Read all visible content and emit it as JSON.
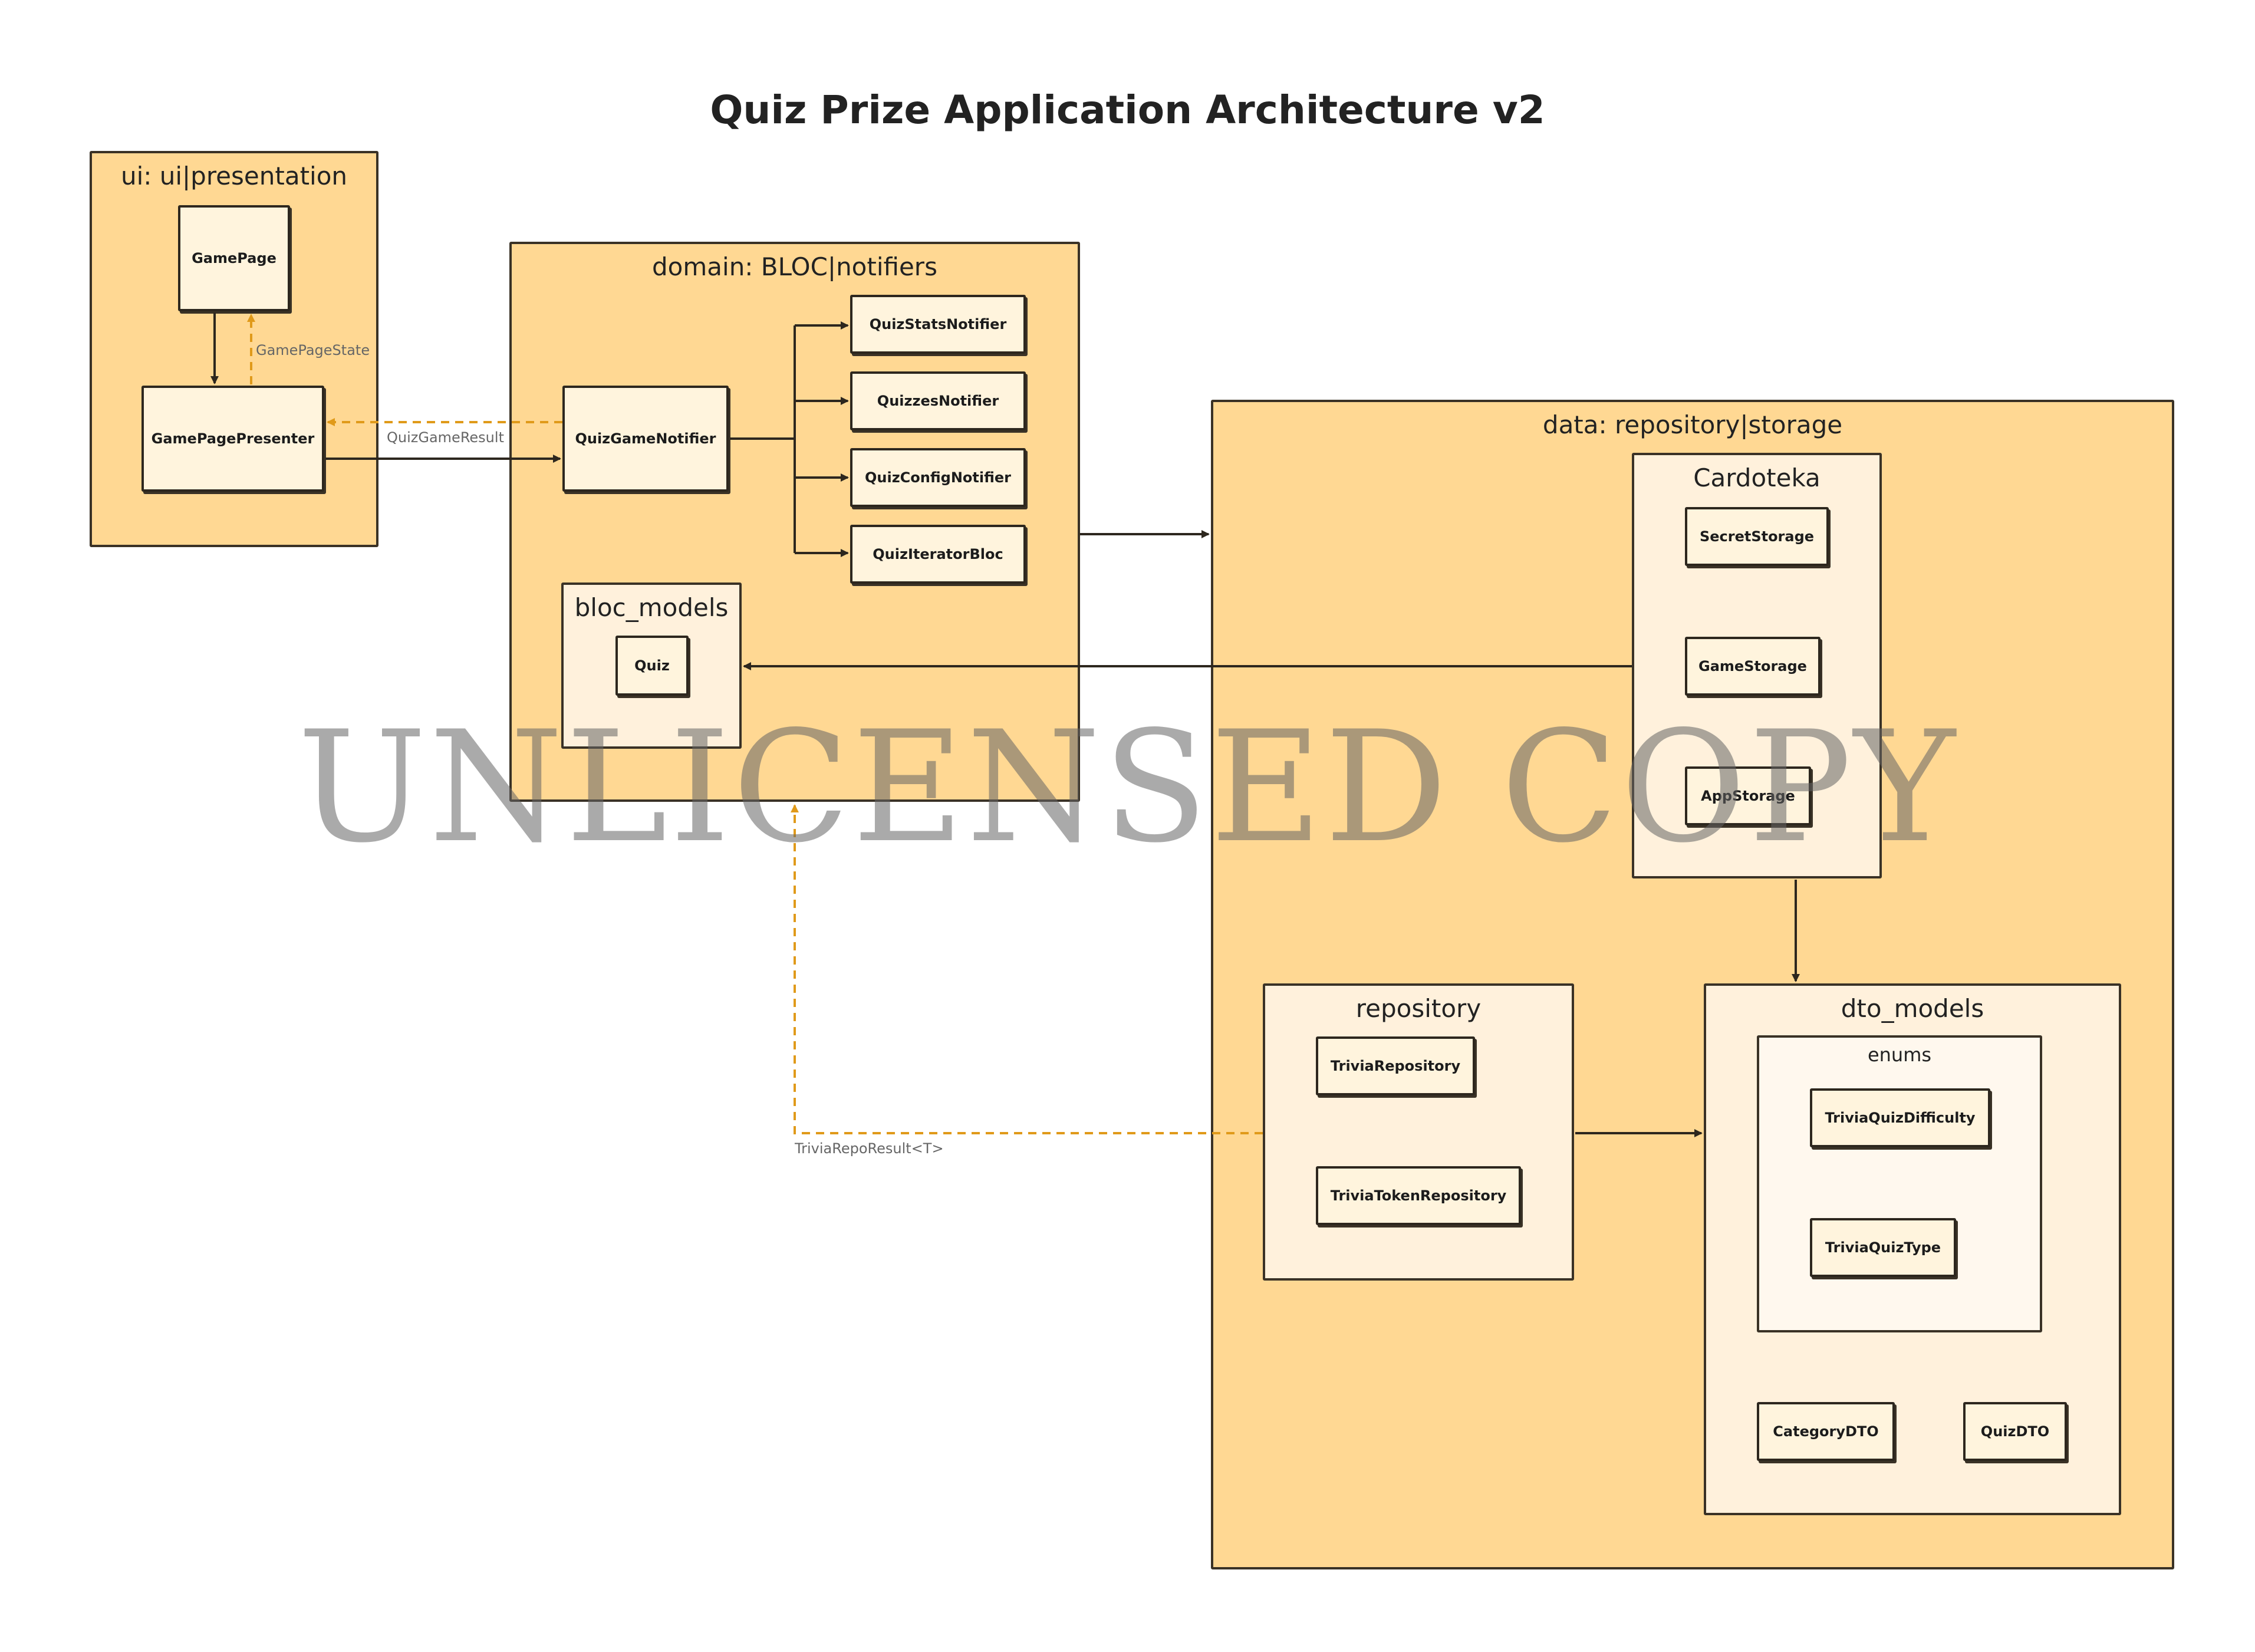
{
  "title": "Quiz Prize Application Architecture v2",
  "watermark": "UNLICENSED COPY",
  "colors": {
    "layer_fill": "#ffd893",
    "subgroup_fill": "#fff1dc",
    "node_fill": "#fff4dd",
    "stroke": "#2d271e",
    "dashed_edge": "#e09a1a"
  },
  "groups": {
    "ui": "ui: ui|presentation",
    "domain": "domain: BLOC|notifiers",
    "bloc_models": "bloc_models",
    "data": "data: repository|storage",
    "cardoteka": "Cardoteka",
    "repository": "repository",
    "dto_models": "dto_models",
    "enums": "enums"
  },
  "nodes": {
    "game_page": "GamePage",
    "game_page_presenter": "GamePagePresenter",
    "quiz_game_notifier": "QuizGameNotifier",
    "quiz_stats_notifier": "QuizStatsNotifier",
    "quizzes_notifier": "QuizzesNotifier",
    "quiz_config_notifier": "QuizConfigNotifier",
    "quiz_iterator_bloc": "QuizIteratorBloc",
    "quiz": "Quiz",
    "secret_storage": "SecretStorage",
    "game_storage": "GameStorage",
    "app_storage": "AppStorage",
    "trivia_repository": "TriviaRepository",
    "trivia_token_repository": "TriviaTokenRepository",
    "trivia_quiz_difficulty": "TriviaQuizDifficulty",
    "trivia_quiz_type": "TriviaQuizType",
    "category_dto": "CategoryDTO",
    "quiz_dto": "QuizDTO"
  },
  "edge_labels": {
    "game_page_state": "GamePageState",
    "quiz_game_result": "QuizGameResult",
    "trivia_repo_result": "TriviaRepoResult<T>"
  }
}
